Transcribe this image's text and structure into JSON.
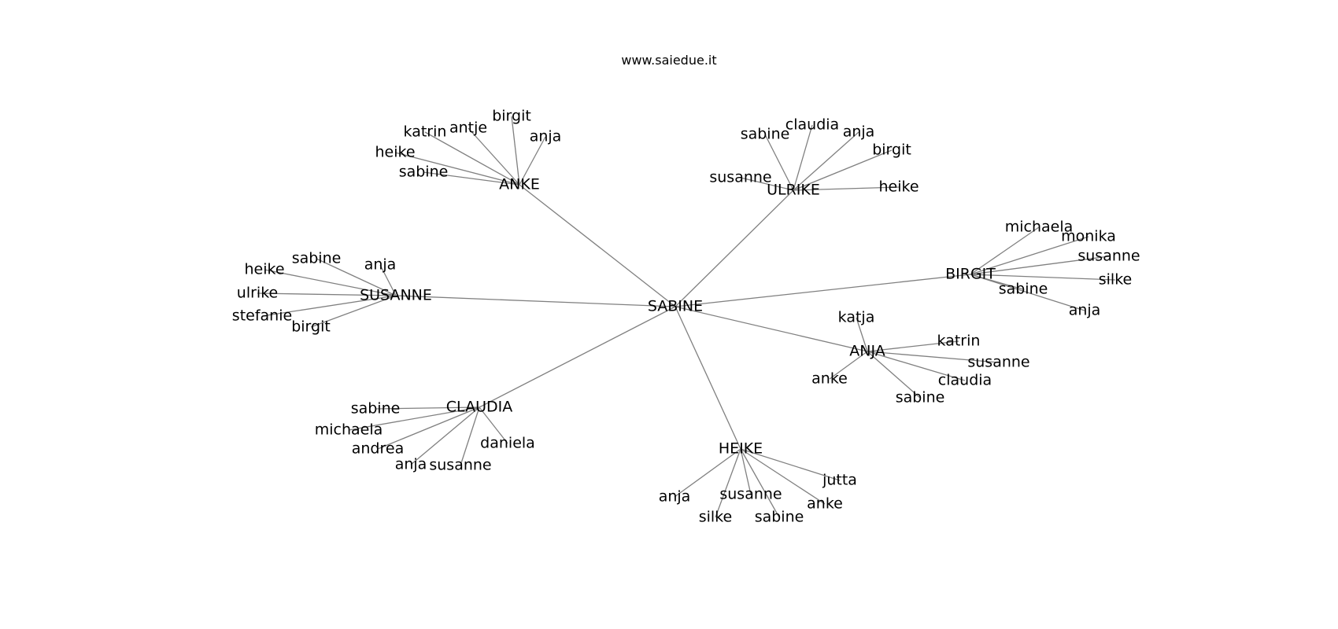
{
  "header": {
    "title": "www.saiedue.it"
  },
  "graph": {
    "center": "SABINE",
    "groups": [
      {
        "name": "ANKE",
        "children": [
          "katrin",
          "antje",
          "birgit",
          "anja",
          "heike",
          "sabine"
        ]
      },
      {
        "name": "ULRIKE",
        "children": [
          "sabine",
          "claudia",
          "anja",
          "birgit",
          "susanne",
          "heike"
        ]
      },
      {
        "name": "BIRGIT",
        "children": [
          "michaela",
          "monika",
          "susanne",
          "silke",
          "sabine",
          "anja"
        ]
      },
      {
        "name": "SUSANNE",
        "children": [
          "heike",
          "sabine",
          "anja",
          "ulrike",
          "stefanie",
          "birgit"
        ]
      },
      {
        "name": "ANJA",
        "children": [
          "katja",
          "katrin",
          "susanne",
          "claudia",
          "sabine",
          "anke"
        ]
      },
      {
        "name": "CLAUDIA",
        "children": [
          "sabine",
          "michaela",
          "andrea",
          "anja",
          "susanne",
          "daniela"
        ]
      },
      {
        "name": "HEIKE",
        "children": [
          "anja",
          "silke",
          "susanne",
          "sabine",
          "anke",
          "jutta"
        ]
      }
    ]
  },
  "colors": {
    "edge": "#808080",
    "text": "#000000",
    "background": "#ffffff"
  }
}
